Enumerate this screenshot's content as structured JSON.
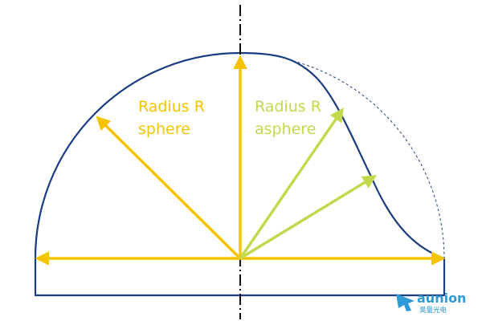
{
  "labels": {
    "sphere_line1": "Radius R",
    "sphere_line2": "sphere",
    "asphere_line1": "Radius R",
    "asphere_line2": "asphere"
  },
  "logo": {
    "brand": "aunion",
    "subtitle": "昊量光电"
  },
  "colors": {
    "outline": "#1a3c80",
    "sphere_arrow": "#f5c400",
    "asphere_arrow": "#c2d94e",
    "axis": "#111111",
    "logo_blue": "#2e9ad6"
  }
}
